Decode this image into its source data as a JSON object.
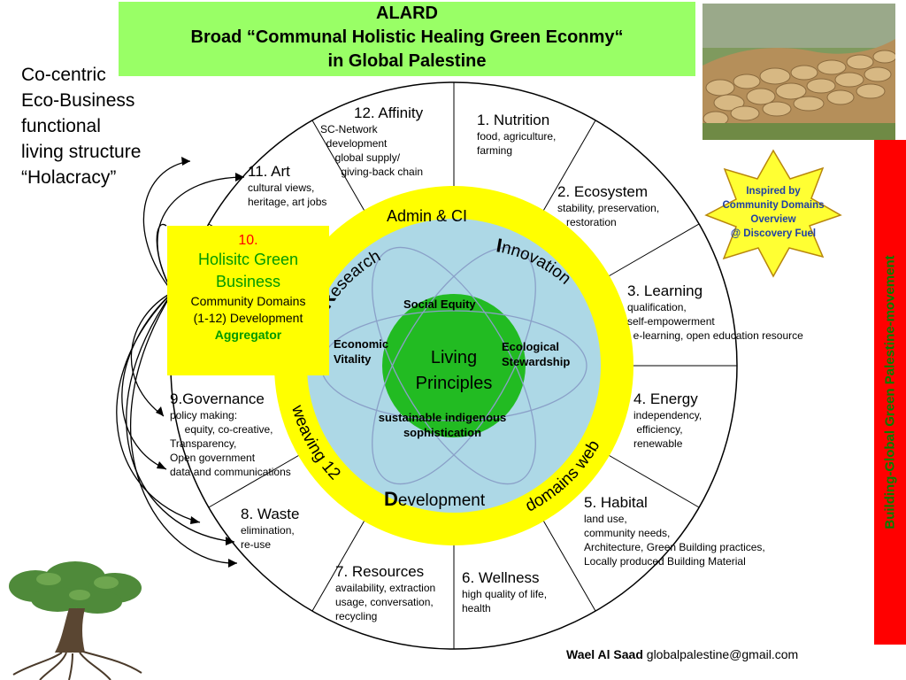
{
  "header": {
    "line1": "ALARD",
    "line2": "Broad “Communal Holistic Healing Green Econmy“",
    "line3": "in Global Palestine"
  },
  "left_note": {
    "line1": "Co-centric",
    "line2": "Eco-Business",
    "line3": "functional",
    "line4": "living structure",
    "line5": "“Holacracy”"
  },
  "segments": [
    {
      "title": "1. Nutrition",
      "desc": "food, agriculture,\nfarming"
    },
    {
      "title": "2. Ecosystem",
      "desc": "stability, preservation,\n   restoration"
    },
    {
      "title": "3. Learning",
      "desc": "qualification,\nself-empowerment\n  e-learning, open education resource"
    },
    {
      "title": "4. Energy",
      "desc": "independency,\n efficiency,\nrenewable"
    },
    {
      "title": "5. Habital",
      "desc": "land use,\ncommunity needs,\nArchitecture, Green Building practices,\nLocally produced Building Material"
    },
    {
      "title": "6. Wellness",
      "desc": "high quality of life,\nhealth"
    },
    {
      "title": "7. Resources",
      "desc": "availability, extraction\nusage, conversation,\nrecycling"
    },
    {
      "title": "8. Waste",
      "desc": "elimination,\nre-use"
    },
    {
      "title": "9.Governance",
      "desc": "policy making:\n     equity, co-creative,\nTransparency,\nOpen government\ndata and communications"
    },
    {
      "title": "11. Art",
      "desc": "cultural views,\nheritage, art jobs"
    },
    {
      "title": "12. Affinity",
      "desc": "SC-Network\n  development\n     global supply/\n       giving-back chain"
    }
  ],
  "aggregator": {
    "number": "10.",
    "title_line1": "Holisitc Green",
    "title_line2": "Business",
    "sub_line1": "Community Domains",
    "sub_line2": "(1-12) Development",
    "tag": "Aggregator"
  },
  "yellow_ring": {
    "top": "Admin & CI",
    "left": "weaving 12",
    "right": "domains web"
  },
  "inner_circle": {
    "research_initial": "R",
    "research_rest": "esearch",
    "innovation_initial": "I",
    "innovation_rest": "nnovation",
    "development_initial": "D",
    "development_rest": "evelopment",
    "social_equity": "Social Equity",
    "economic_line1": "Economic",
    "economic_line2": "Vitality",
    "ecological_line1": "Ecological",
    "ecological_line2": "Stewardship",
    "sustainable_line1": "sustainable indigenous",
    "sustainable_line2": "sophistication",
    "core_line1": "Living",
    "core_line2": "Principles"
  },
  "star_note": {
    "line1": "Inspired by",
    "line2": "Community Domains",
    "line3": "Overview",
    "line4": "@ Discovery Fuel"
  },
  "side_banner": "Building-Global Green Palestine-movement",
  "author": {
    "name": "Wael Al Saad",
    "email": "globalpalestine@gmail.com"
  },
  "colors": {
    "title_bg": "#99ff66",
    "yellow": "#ffff00",
    "light_blue": "#add8e6",
    "green_core": "#22bb22",
    "red_bar": "#ff0000",
    "star_text": "#1f3fa5"
  }
}
